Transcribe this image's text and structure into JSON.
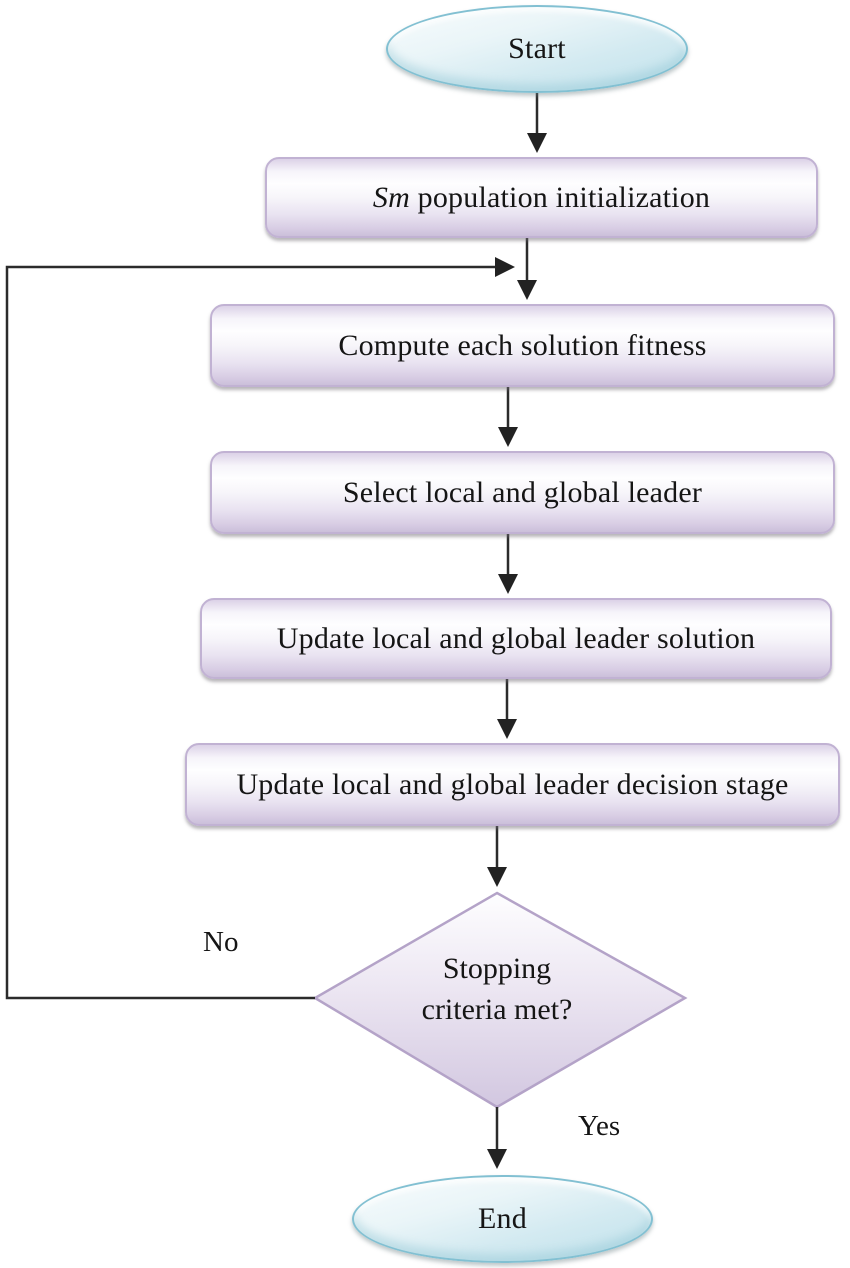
{
  "diagram": {
    "type": "flowchart",
    "nodes": {
      "start": {
        "label": "Start",
        "shape": "terminator",
        "fill": "#cfe8f0",
        "border": "#82c0d2"
      },
      "init": {
        "italic_word": "Sm",
        "label_rest": " population initialization",
        "full_label": "Sm population initialization",
        "shape": "process",
        "fill": "#e9e2f1",
        "border": "#c1b2d3"
      },
      "compute": {
        "label": "Compute each solution fitness",
        "shape": "process"
      },
      "select": {
        "label": "Select local and global leader",
        "shape": "process"
      },
      "update_solution": {
        "label": "Update local and global leader solution",
        "shape": "process"
      },
      "update_decision": {
        "label": "Update local and global leader decision stage",
        "shape": "process"
      },
      "decision": {
        "line1": "Stopping",
        "line2": "criteria met?",
        "full_label": "Stopping criteria met?",
        "shape": "decision",
        "fill": "#d6cce2",
        "border": "#b4a3c8"
      },
      "end": {
        "label": "End",
        "shape": "terminator"
      }
    },
    "edges": [
      {
        "from": "start",
        "to": "init",
        "label": ""
      },
      {
        "from": "init",
        "to": "compute",
        "label": ""
      },
      {
        "from": "compute",
        "to": "select",
        "label": ""
      },
      {
        "from": "select",
        "to": "update_solution",
        "label": ""
      },
      {
        "from": "update_solution",
        "to": "update_decision",
        "label": ""
      },
      {
        "from": "update_decision",
        "to": "decision",
        "label": ""
      },
      {
        "from": "decision",
        "to": "compute",
        "label": "No",
        "route": "loop-left"
      },
      {
        "from": "decision",
        "to": "end",
        "label": "Yes",
        "route": "down"
      }
    ],
    "edge_labels": {
      "no": "No",
      "yes": "Yes"
    },
    "colors": {
      "arrow": "#2b2b2b",
      "background": "#ffffff",
      "text": "#151515"
    }
  }
}
